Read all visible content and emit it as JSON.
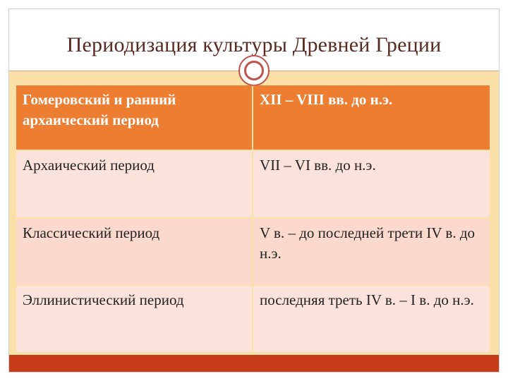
{
  "slide": {
    "title": "Периодизация культуры Древней Греции"
  },
  "table": {
    "rows": [
      {
        "period": "Гомеровский и ранний архаический период",
        "dates": "XII – VIII вв. до н.э."
      },
      {
        "period": "Архаический период",
        "dates": "VII – VI вв. до н.э."
      },
      {
        "period": "Классический период",
        "dates": "V в. – до последней трети IV в. до н.э."
      },
      {
        "period": "Эллинистический период",
        "dates": "последняя треть IV в. – I в. до н.э."
      }
    ]
  },
  "colors": {
    "header_fill": "#ed7d31",
    "row_fill": "#fbe3dc",
    "background_band": "#fbe0a8",
    "bottom_bar": "#c63c1a",
    "ornament": "#c0504d"
  }
}
